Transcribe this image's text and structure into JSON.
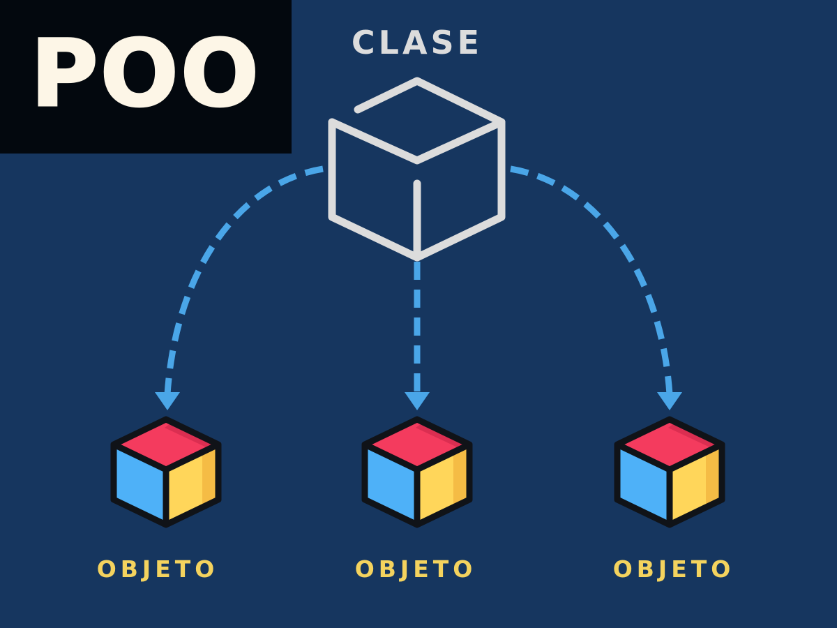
{
  "title": "POO",
  "class": {
    "label": "CLASE",
    "icon": "cube-outline-icon",
    "color": "#dcdcdc"
  },
  "objects": [
    {
      "label": "OBJETO",
      "icon": "colored-cube-icon"
    },
    {
      "label": "OBJETO",
      "icon": "colored-cube-icon"
    },
    {
      "label": "OBJETO",
      "icon": "colored-cube-icon"
    }
  ],
  "colors": {
    "background": "#16365f",
    "title_badge": "#03080e",
    "title_text": "#fdf6e7",
    "arrow": "#4aa6e8",
    "object_label": "#f4d35e",
    "cube_top": "#f43b5e",
    "cube_left": "#4eb1f8",
    "cube_right": "#ffd65a"
  }
}
